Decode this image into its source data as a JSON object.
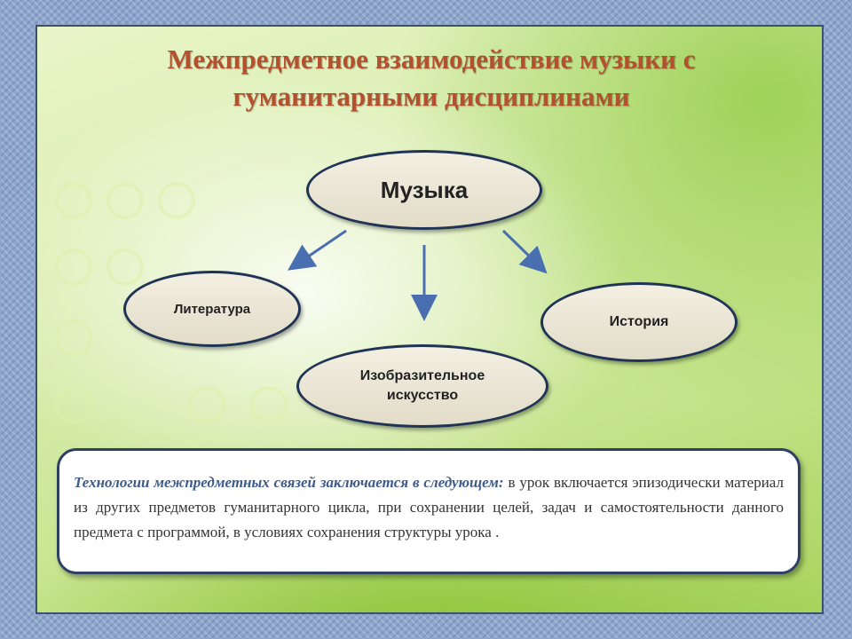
{
  "title": {
    "line1": "Межпредметное взаимодействие музыки с",
    "line2": "гуманитарными дисциплинами"
  },
  "diagram": {
    "center": "Музыка",
    "nodes": {
      "literature": "Литература",
      "art_line1": "Изобразительное",
      "art_line2": "искусство",
      "history": "История"
    }
  },
  "description": {
    "lead": "Технологии межпредметных связей заключается в следующем:",
    "body": " в урок включается эпизодически материал из других предметов гуманитарного цикла, при сохранении целей, задач и самостоятельности данного предмета с программой, в условиях сохранения структуры урока ."
  },
  "colors": {
    "title": "#b3502d",
    "node_border": "#1f3355",
    "arrow": "#4a6fb0",
    "lead_text": "#3d5a8c"
  }
}
